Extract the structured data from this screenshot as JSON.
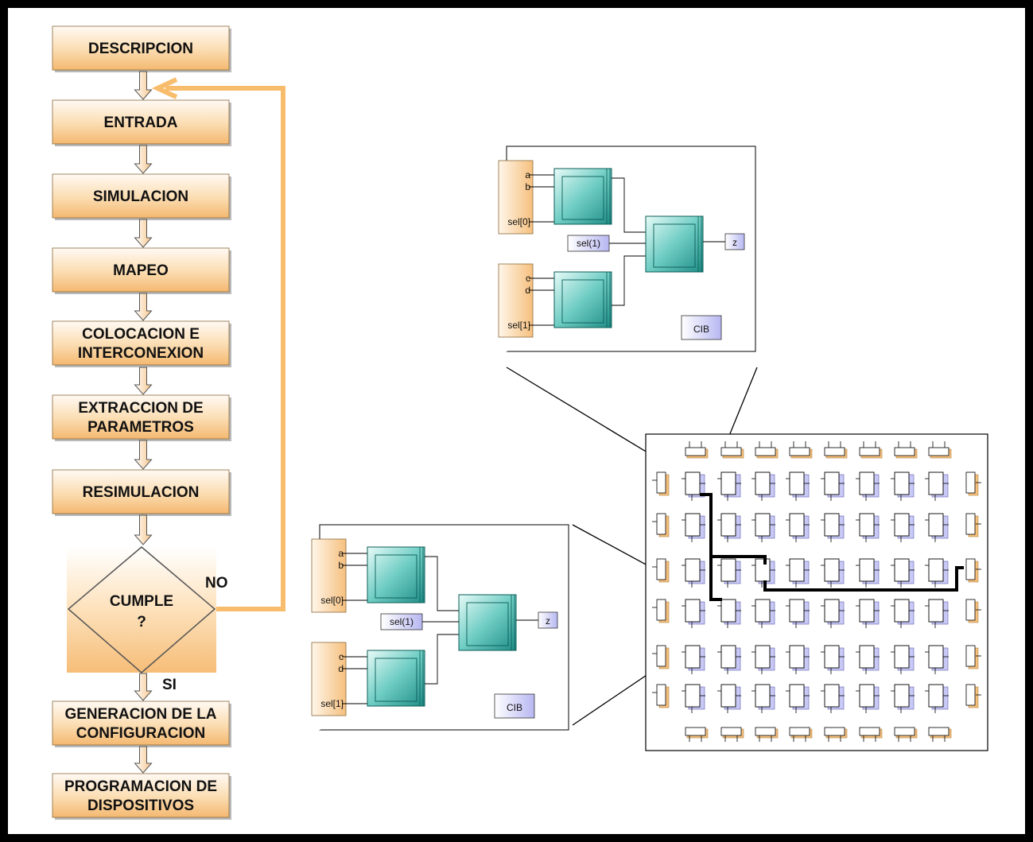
{
  "flowchart": {
    "steps": [
      {
        "lines": [
          "DESCRIPCION"
        ]
      },
      {
        "lines": [
          "ENTRADA"
        ]
      },
      {
        "lines": [
          "SIMULACION"
        ]
      },
      {
        "lines": [
          "MAPEO"
        ]
      },
      {
        "lines": [
          "COLOCACION E",
          "INTERCONEXION"
        ]
      },
      {
        "lines": [
          "EXTRACCION DE",
          "PARAMETROS"
        ]
      },
      {
        "lines": [
          "RESIMULACION"
        ]
      }
    ],
    "decision": {
      "lines": [
        "CUMPLE",
        "?"
      ],
      "yes_label": "SI",
      "no_label": "NO"
    },
    "final_steps": [
      {
        "lines": [
          "GENERACION DE LA",
          "CONFIGURACION"
        ]
      },
      {
        "lines": [
          "PROGRAMACION DE",
          "DISPOSITIVOS"
        ]
      }
    ]
  },
  "cib_detail": {
    "inputs_top": [
      "a",
      "b",
      "sel[0]"
    ],
    "inputs_bottom": [
      "c",
      "d",
      "sel[1]"
    ],
    "select_signal": "sel(1)",
    "output": "z",
    "block_label": "CIB"
  },
  "colors": {
    "step_fill_top": "#fffaf3",
    "step_fill_bottom": "#f6c07e",
    "loop_arrow": "#f8bd6c",
    "mux_fill": "#2ea9a0",
    "cell_fill": "#c9c9f6",
    "routing": "#000000"
  }
}
